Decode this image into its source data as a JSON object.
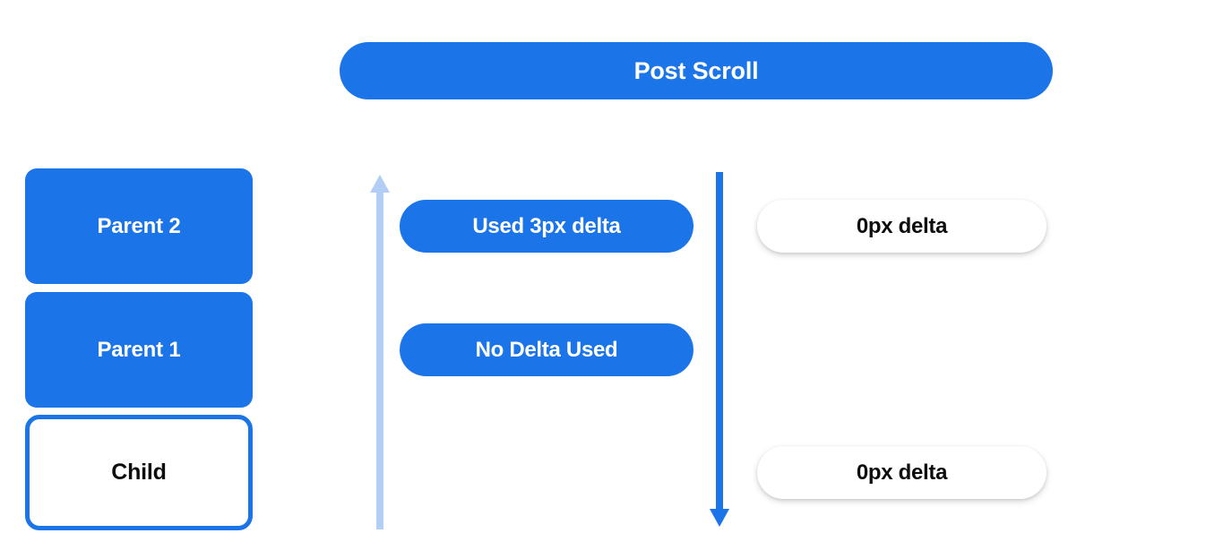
{
  "header": {
    "title": "Post Scroll"
  },
  "colors": {
    "brand_blue": "#1b74e8",
    "light_blue": "#b3cef5",
    "white": "#ffffff",
    "text_dark": "#0d0d0d",
    "background": "#ffffff"
  },
  "stack": {
    "boxes": [
      {
        "label": "Parent 2",
        "style": "filled"
      },
      {
        "label": "Parent 1",
        "style": "filled"
      },
      {
        "label": "Child",
        "style": "outlined"
      }
    ]
  },
  "arrows": [
    {
      "name": "scroll-up-arrow",
      "direction": "up",
      "color": "#b3cef5"
    },
    {
      "name": "scroll-down-arrow",
      "direction": "down",
      "color": "#1b74e8"
    }
  ],
  "annotations": {
    "consumed": [
      {
        "label": "Used 3px delta"
      },
      {
        "label": "No Delta Used"
      }
    ],
    "remaining": [
      {
        "label": "0px delta"
      },
      {
        "label": "0px delta"
      }
    ]
  }
}
